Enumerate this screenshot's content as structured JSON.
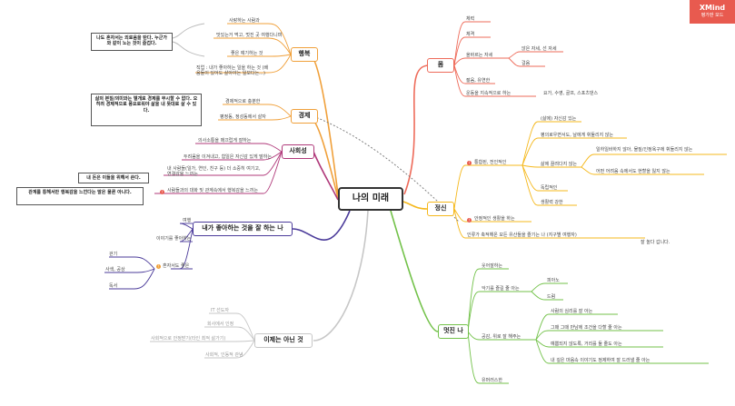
{
  "branding": {
    "name": "XMind",
    "subtitle": "평가판 모드"
  },
  "central": {
    "title": "나의 미래"
  },
  "health": {
    "title": "몸",
    "items": [
      "체력",
      "체격",
      "올바르는 자세",
      "젊음, 유연한",
      "운동을 지속적으로 하는"
    ],
    "posture": [
      "앉은 자세, 선 자세",
      "걸음"
    ],
    "exercise": "요가, 수영, 골프, 스포츠댄스"
  },
  "happiness": {
    "title": "행복",
    "items": [
      "사랑하는 사람과",
      "맛있는거 먹고, 멋진 곳 여행다니며",
      "좋은 얘기하는 것",
      "직업 : 내가 좋아하는 일을 하는 것 (배움들이 있어도 살아야는 일보다는...)"
    ],
    "note": "나도 혼자서는 외로움을 탄다. 누군가와 같이 노는 것이 즐겁다."
  },
  "economy": {
    "title": "경제",
    "items": [
      "경제적으로 충분한",
      "평정동, 정성동에서 살자"
    ],
    "note": "삶의 본질/의미와는 별개로 경제를 무시할 수 없다. 오히려 경제적으로 풍요로워야 삶을 내 뜻대로 살 수 있다."
  },
  "social": {
    "title": "사회성",
    "items": [
      "의사소통을 매끄럽게 잘하는",
      "두려움을 이겨내고, 힘일은 자신감 있게 말하는",
      "내 사람들(일가, 연인, 친구 등) 더 소중히 여기고, 연결감을 느끼는",
      "사람들과의 대화 및 관계속에서 행복감을 느끼는"
    ],
    "note1": "내 돈은 이들을 위해서 쓴다.",
    "note2": "관계를 통해서만 행복감을 느낀다는 말은 물론 아니다."
  },
  "hobby": {
    "title": "내가 좋아하는 것을 잘 하는 나",
    "items": [
      "여행",
      "이야기를 좋아하는",
      "혼자서도 좋은"
    ],
    "alone": [
      "걷기",
      "사색, 공상",
      "독서"
    ]
  },
  "notme": {
    "title": "이제는 아닌 것",
    "items": [
      "IT 선도자",
      "회사에서 인정",
      "사회적으로 안정받기(타인 최적 삶가기)",
      "사회적, 인동적 관념"
    ]
  },
  "mind": {
    "title": "정신",
    "items": [
      "통합된, 전인적인",
      "안정적인 생활을 하는",
      "인류가 축적해온 모든 유산들을 즐기는 나 (지구별 여행자)"
    ],
    "integrated": [
      "(삶에) 자신감 있는",
      "평의로우면서도, 날에게 휘둘리지 않는",
      "삶에 끌려다지 않는",
      "독립적인",
      "생활력 강한"
    ],
    "life": [
      "일하일바하지 않아, 물질/인정욕구에 휘둘리지 않는",
      "어떤 어려움 속에서도 현할을 잃지 않는"
    ],
    "trailing": "잘 놀다 갑니다."
  },
  "cool": {
    "title": "멋진 나",
    "items": [
      "웃어잘하는",
      "악기를 즐길 줄 아는",
      "공감, 위로 잘 해주는",
      "유머러스한"
    ],
    "instruments": [
      "피아노",
      "드럼"
    ],
    "empathy": [
      "사람의 심리를 잘 아는",
      "그때 그때 만남에 조건을 다할 줄 아는",
      "예쁨되지 않도록, 거리를 둘 줄도 아는",
      "내 깊은 마음속 이야기도 정제하여 잘 드러낼 줄 아는"
    ]
  }
}
